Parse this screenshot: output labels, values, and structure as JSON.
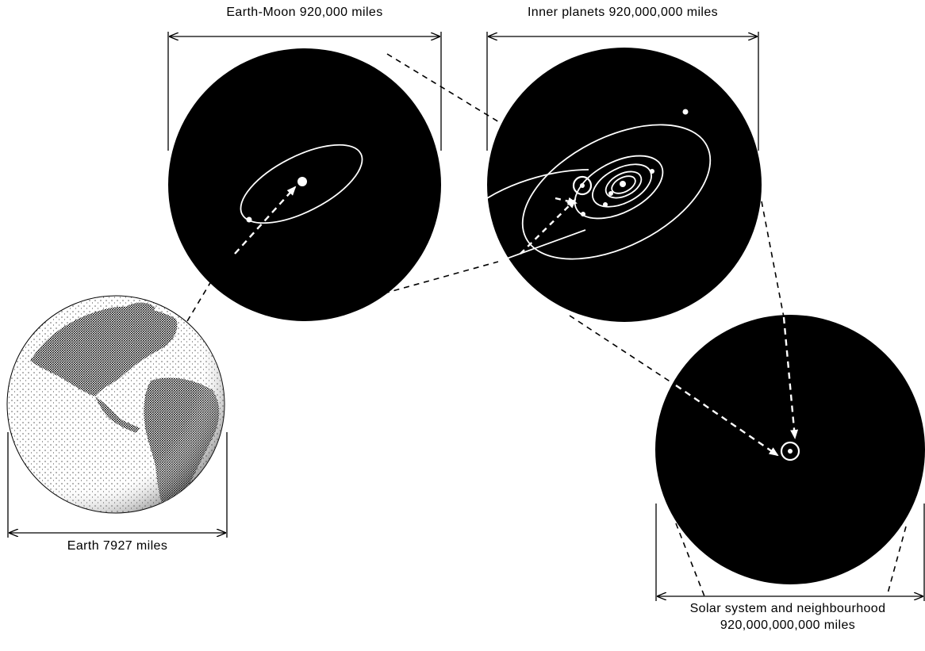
{
  "labels": {
    "earth_moon": "Earth-Moon  920,000  miles",
    "inner_planets": "Inner planets  920,000,000 miles",
    "earth": "Earth  7927  miles",
    "solar_system": "Solar system  and  neighbourhood",
    "solar_system_distance": "920,000,000,000  miles"
  },
  "colors": {
    "background": "#ffffff",
    "space": "#000000",
    "orbit": "#ffffff",
    "arrow": "#000000",
    "inner_arrow": "#ffffff"
  },
  "icons": {
    "earth": "earth-globe-stipple",
    "sun": "sun-dot",
    "moon": "moon-dot"
  }
}
